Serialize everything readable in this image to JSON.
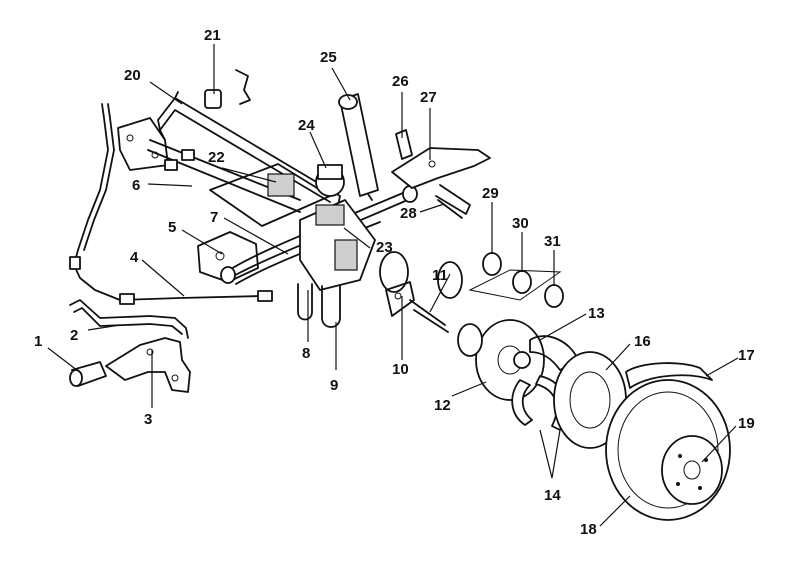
{
  "diagram": {
    "callouts": [
      {
        "id": "p1",
        "label": "1"
      },
      {
        "id": "p2",
        "label": "2"
      },
      {
        "id": "p3",
        "label": "3"
      },
      {
        "id": "p4",
        "label": "4"
      },
      {
        "id": "p5",
        "label": "5"
      },
      {
        "id": "p6",
        "label": "6"
      },
      {
        "id": "p7",
        "label": "7"
      },
      {
        "id": "p8",
        "label": "8"
      },
      {
        "id": "p9",
        "label": "9"
      },
      {
        "id": "p10",
        "label": "10"
      },
      {
        "id": "p11",
        "label": "11"
      },
      {
        "id": "p12",
        "label": "12"
      },
      {
        "id": "p13",
        "label": "13"
      },
      {
        "id": "p14",
        "label": "14"
      },
      {
        "id": "p16",
        "label": "16"
      },
      {
        "id": "p17",
        "label": "17"
      },
      {
        "id": "p18",
        "label": "18"
      },
      {
        "id": "p19",
        "label": "19"
      },
      {
        "id": "p20",
        "label": "20"
      },
      {
        "id": "p21",
        "label": "21"
      },
      {
        "id": "p22",
        "label": "22"
      },
      {
        "id": "p23",
        "label": "23"
      },
      {
        "id": "p24",
        "label": "24"
      },
      {
        "id": "p25",
        "label": "25"
      },
      {
        "id": "p26",
        "label": "26"
      },
      {
        "id": "p27",
        "label": "27"
      },
      {
        "id": "p28",
        "label": "28"
      },
      {
        "id": "p29",
        "label": "29"
      },
      {
        "id": "p30",
        "label": "30"
      },
      {
        "id": "p31",
        "label": "31"
      }
    ]
  }
}
